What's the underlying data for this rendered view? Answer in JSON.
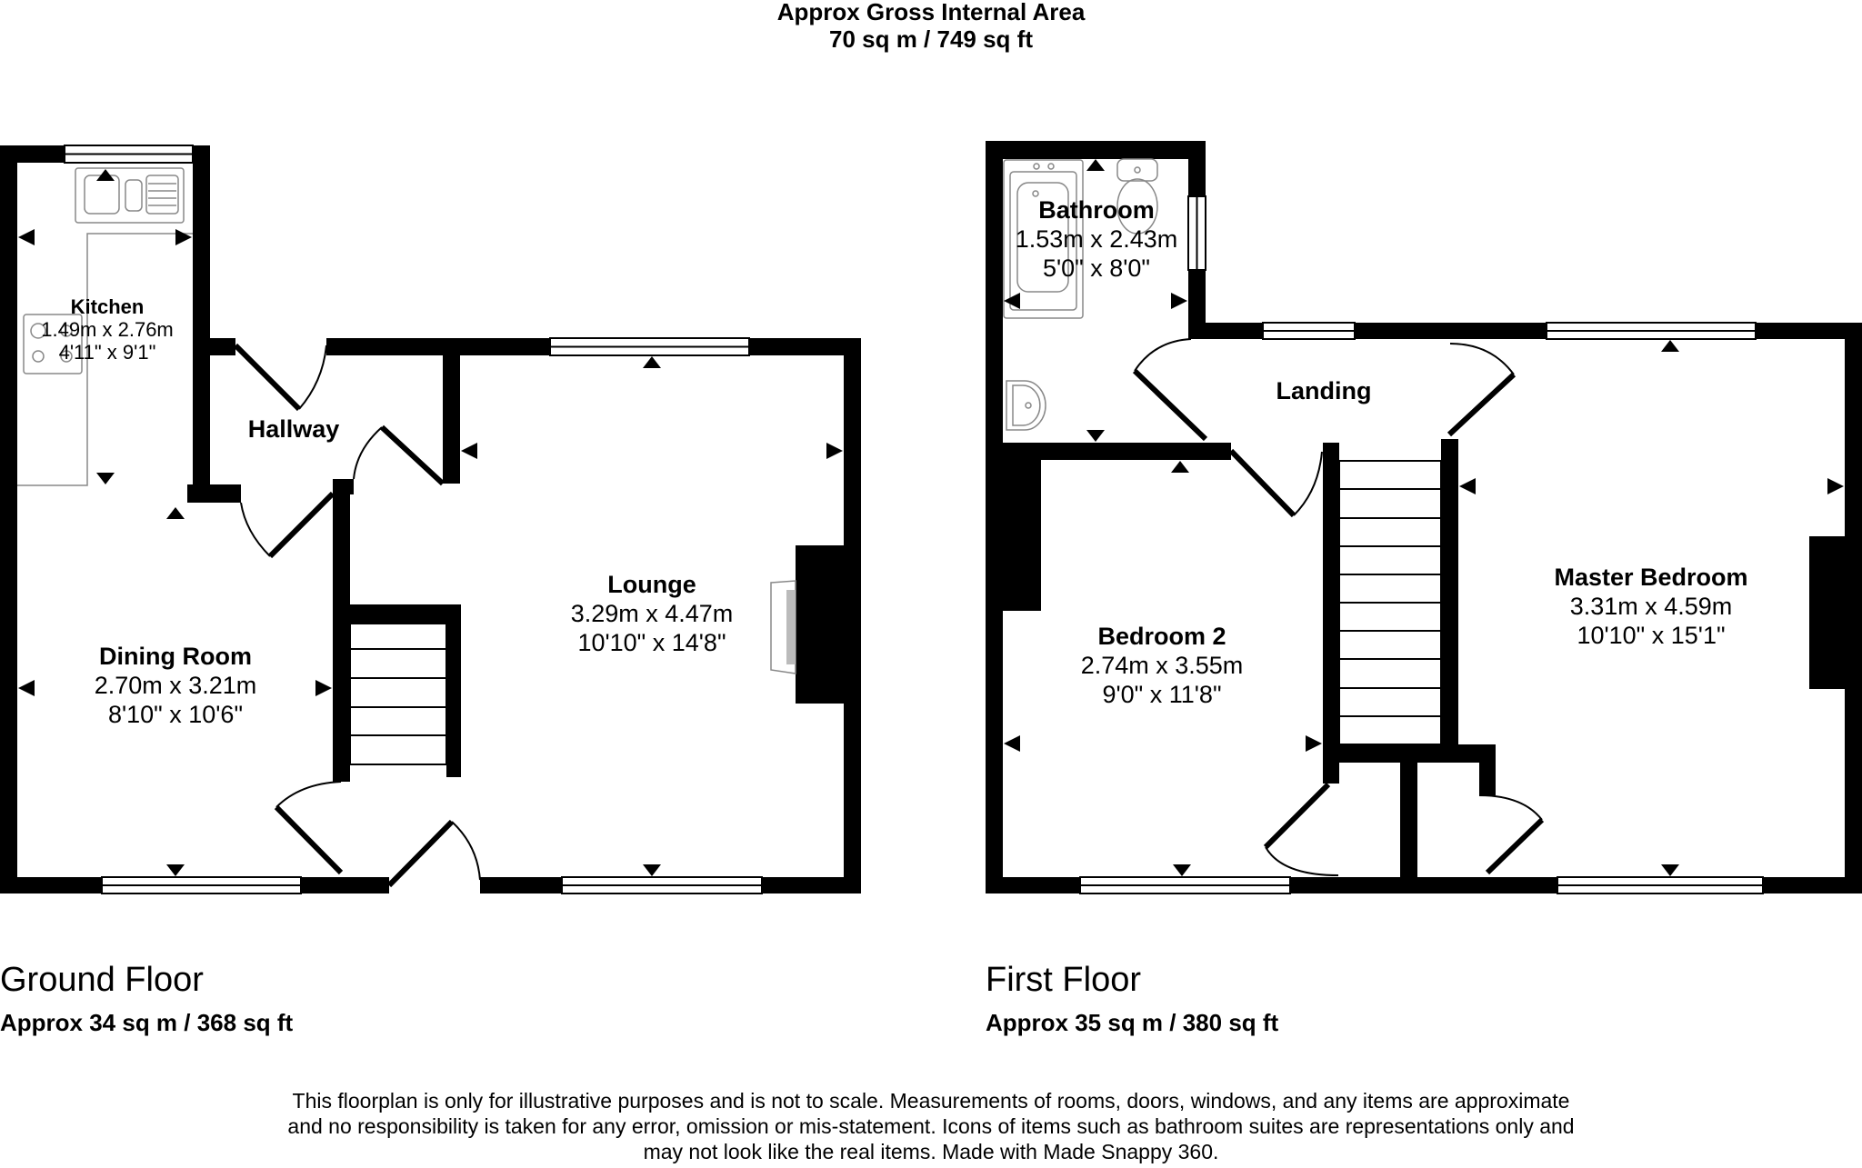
{
  "header": {
    "title": "Approx Gross Internal Area",
    "total_area": "70 sq m / 749 sq ft"
  },
  "floors": {
    "ground": {
      "title": "Ground Floor",
      "area": "Approx 34 sq m / 368 sq ft",
      "rooms": {
        "kitchen": {
          "name": "Kitchen",
          "metric": "1.49m x 2.76m",
          "imperial": "4'11\" x 9'1\""
        },
        "hallway": {
          "name": "Hallway"
        },
        "dining": {
          "name": "Dining Room",
          "metric": "2.70m x 3.21m",
          "imperial": "8'10\" x 10'6\""
        },
        "lounge": {
          "name": "Lounge",
          "metric": "3.29m x 4.47m",
          "imperial": "10'10\" x 14'8\""
        }
      }
    },
    "first": {
      "title": "First Floor",
      "area": "Approx 35 sq m / 380 sq ft",
      "rooms": {
        "bathroom": {
          "name": "Bathroom",
          "metric": "1.53m x 2.43m",
          "imperial": "5'0\" x 8'0\""
        },
        "landing": {
          "name": "Landing"
        },
        "bedroom2": {
          "name": "Bedroom 2",
          "metric": "2.74m x 3.55m",
          "imperial": "9'0\" x 11'8\""
        },
        "master": {
          "name": "Master Bedroom",
          "metric": "3.31m x 4.59m",
          "imperial": "10'10\" x 15'1\""
        }
      }
    }
  },
  "disclaimer": {
    "line1": "This floorplan is only for illustrative purposes and is not to scale. Measurements of rooms, doors, windows, and any items are approximate",
    "line2": "and no responsibility is taken for any error, omission or mis-statement. Icons of items such as bathroom suites are representations only and",
    "line3": "may not look like the real items. Made with Made Snappy 360."
  },
  "colors": {
    "wall": "#000000",
    "background": "#ffffff",
    "fixture_line": "#888888",
    "fire_fill": "#bbbbbb"
  },
  "icons": {
    "measurement_marker": "triangle-arrow",
    "window": "double-line-window",
    "door": "door-swing-arc",
    "stairs": "stair-treads",
    "sink": "double-sink",
    "hob": "four-ring-hob",
    "bath": "bathtub",
    "toilet": "wc",
    "basin": "wash-basin",
    "fireplace": "fireplace-hearth"
  }
}
